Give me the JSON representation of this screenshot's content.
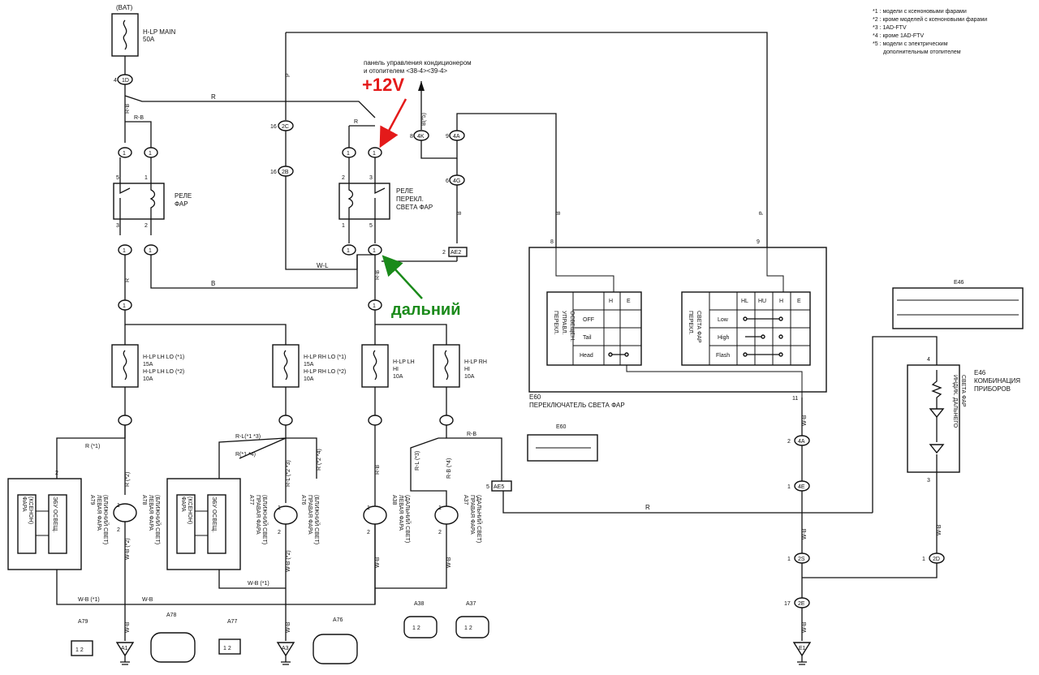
{
  "notes": [
    "*1 : модели с ксеноновыми фарами",
    "*2 : кроме моделей с ксеноновыми фарами",
    "*3 : 1AD-FTV",
    "*4 : кроме 1AD-FTV",
    "*5 : модели с электрическим",
    "дополнительным отопителем"
  ],
  "bat": "(BAT)",
  "fuse_main": [
    "H-LP MAIN",
    "50A"
  ],
  "ac_panel": [
    "панель управления кондиционером",
    "и отопителем <38-4><39-4>"
  ],
  "annot_12v": "+12V",
  "annot_far": "дальний",
  "relay_main": [
    "РЕЛЕ",
    "ФАР"
  ],
  "relay_dimmer": [
    "РЕЛЕ",
    "ПЕРЕКЛ.",
    "СВЕТА ФАР"
  ],
  "fuses": {
    "lh_lo": [
      "H-LP LH LO (*1)",
      "15A",
      "H-LP LH LO (*2)",
      "10A"
    ],
    "rh_lo": [
      "H-LP RH LO (*1)",
      "15A",
      "H-LP RH LO (*2)",
      "10A"
    ],
    "lh_hi": [
      "H-LP LH",
      "HI",
      "10A"
    ],
    "rh_hi": [
      "H-LP RH",
      "HI",
      "10A"
    ]
  },
  "wires": {
    "R": "R",
    "RB": "R-B",
    "B": "B",
    "P": "P",
    "WL": "W-L",
    "WB": "W-B",
    "B5": "B(*5)",
    "R1": "R (*1)",
    "R2": "R (*2)",
    "RL13": "R-L(*1 *3)",
    "R14": "R(*1 *4)",
    "RL23": "R-L (*2 *3)",
    "R24": "R (*2 *4)",
    "RL3": "R-L (*3)",
    "RB4": "R-B (*4)",
    "WB1": "W-B (*1)",
    "WB2": "W-B (*2)"
  },
  "connectors": [
    "1D",
    "2C",
    "2B",
    "4K",
    "4A",
    "4G",
    "AE2",
    "AE5",
    "4E",
    "2S",
    "2E",
    "2D"
  ],
  "switch": {
    "code": "E60",
    "title": "ПЕРЕКЛЮЧАТЕЛЬ СВЕТА ФАР",
    "left_label": [
      "ПЕРЕКЛ.",
      "УПРАВЛ.",
      "ОСВЕЩЕН."
    ],
    "left_rows": [
      "OFF",
      "Tail",
      "Head"
    ],
    "left_cols": [
      "H",
      "E"
    ],
    "right_label": [
      "ПЕРЕКЛ.",
      "СВЕТА ФАР"
    ],
    "right_rows": [
      "Low",
      "High",
      "Flash"
    ],
    "right_cols": [
      "HL",
      "HU",
      "H",
      "E"
    ]
  },
  "cluster": {
    "code": "E46",
    "label": [
      "КОМБИНАЦИЯ",
      "ПРИБОРОВ"
    ],
    "ind": [
      "ИНДИК. ДАЛЬНЕГО",
      "СВЕТА ФАР"
    ]
  },
  "lamps": [
    {
      "code": "A79",
      "name": [
        "ЛЕВАЯ ФАРА",
        "(БЛИЖНИЙ СВЕТ)"
      ]
    },
    {
      "code": "A78",
      "name": [
        "ЛЕВАЯ ФАРА",
        "(БЛИЖНИЙ СВЕТ)"
      ]
    },
    {
      "code": "A77",
      "name": [
        "ПРАВАЯ ФАРА",
        "(БЛИЖНИЙ СВЕТ)"
      ]
    },
    {
      "code": "A76",
      "name": [
        "ПРАВАЯ ФАРА",
        "(БЛИЖНИЙ СВЕТ)"
      ]
    },
    {
      "code": "A38",
      "name": [
        "ЛЕВАЯ ФАРА",
        "(ДАЛЬНИЙ СВЕТ)"
      ]
    },
    {
      "code": "A37",
      "name": [
        "ПРАВАЯ ФАРА",
        "(ДАЛЬНИЙ СВЕТ)"
      ]
    }
  ],
  "ecu_left": [
    "ЭБУ ОСВЕЩ.",
    "ФАРА",
    "(КСЕНОН)"
  ],
  "ecu_right": [
    "ЭБУ ОСВЕЩ.",
    "ФАРА",
    "(КСЕНОН)"
  ],
  "grounds": [
    "A1",
    "A3",
    "E1"
  ],
  "colors": {
    "red": "#e41a1a",
    "green": "#1a8a1a"
  }
}
